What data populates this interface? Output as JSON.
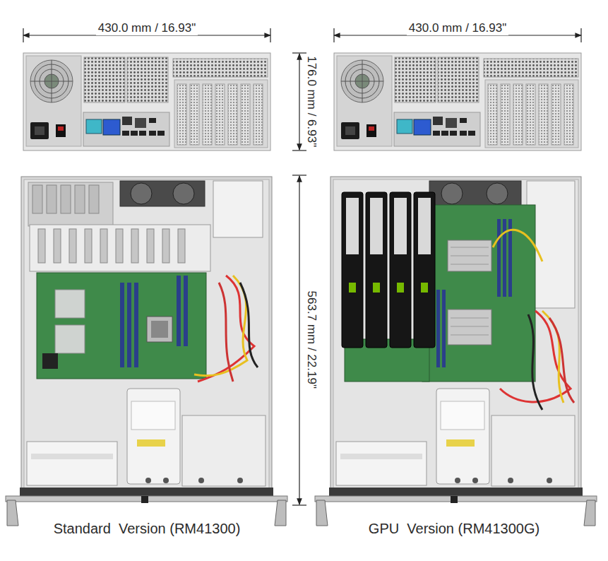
{
  "diagram": {
    "labels": [
      "430.0 mm / 16.93\"",
      "430.0 mm / 16.93\"",
      "176.0 mm / 6.93\"",
      "563.7 mm / 22.19\"",
      "Standard  Version (RM41300)",
      "GPU  Version (RM41300G)"
    ]
  }
}
